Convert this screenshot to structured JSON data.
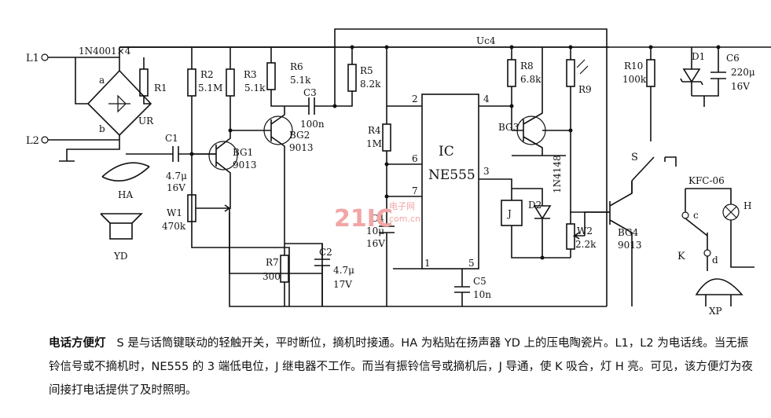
{
  "labels": {
    "L1": "L1",
    "L2": "L2",
    "diodes": "1N4001×4",
    "a": "a",
    "b": "b",
    "UR": "UR",
    "R1": "R1",
    "R2": "R2",
    "R2v": "5.1M",
    "R3": "R3",
    "R3v": "5.1k",
    "R6": "R6",
    "R6v": "5.1k",
    "C3": "C3",
    "C3v": "100n",
    "R5": "R5",
    "R5v": "8.2k",
    "R4": "R4",
    "R4v": "1M",
    "Uc4": "Uc4",
    "C1": "C1",
    "C1v1": "4.7μ",
    "C1v2": "16V",
    "BG1": "BG1",
    "BG1v": "9013",
    "BG2": "BG2",
    "BG2v": "9013",
    "HA": "HA",
    "W1": "W1",
    "W1v": "470k",
    "YD": "YD",
    "R7": "R7",
    "R7v": "300",
    "C2": "C2",
    "C2v1": "4.7μ",
    "C2v2": "17V",
    "C4": "C4",
    "C4v1": "10μ",
    "C4v2": "16V",
    "IC": "IC",
    "NE555": "NE555",
    "p2": "2",
    "p4": "4",
    "p6": "6",
    "p3": "3",
    "p7": "7",
    "p1": "1",
    "p5": "5",
    "C5": "C5",
    "C5v": "10n",
    "R8": "R8",
    "R8v": "6.8k",
    "R9": "R9",
    "BG3": "BG3",
    "J": "J",
    "D2": "D2",
    "D2v": "1N4148",
    "W2": "W2",
    "W2v": "2.2k",
    "BG4": "BG4",
    "BG4v": "9013",
    "R10": "R10",
    "R10v": "100k",
    "D1": "D1",
    "C6": "C6",
    "C6v1": "220μ",
    "C6v2": "16V",
    "S": "S",
    "KFC": "KFC-06",
    "c": "c",
    "H": "H",
    "K": "K",
    "d": "d",
    "XP": "XP"
  },
  "watermark": {
    "main": "21IC",
    "sub1": "电子网",
    "sub2": "com.cn"
  },
  "caption": {
    "title": "电话方便灯",
    "body": "S 是与话筒键联动的轻触开关，平时断位，摘机时接通。HA 为粘贴在扬声器 YD 上的压电陶瓷片。L1，L2 为电话线。当无振铃信号或不摘机时，NE555 的 3 端低电位，J 继电器不工作。而当有振铃信号或摘机后，J 导通，使 K 吸合，灯 H 亮。可见，该方便灯为夜间接打电话提供了及时照明。"
  }
}
